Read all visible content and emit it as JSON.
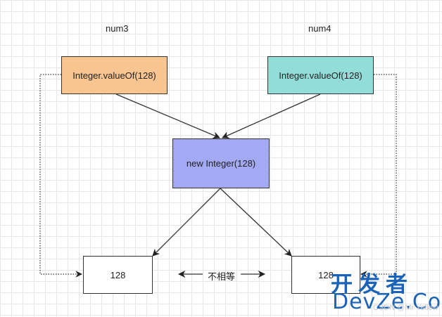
{
  "labels": {
    "left_var": "num3",
    "right_var": "num4"
  },
  "nodes": {
    "left_call": "Integer.valueOf(128)",
    "right_call": "Integer.valueOf(128)",
    "center_new": "new Integer(128)",
    "left_value": "128",
    "right_value": "128"
  },
  "edge_label": "不相等",
  "watermark": {
    "line1": "开发者",
    "line2": "DevZe.CoM",
    "small": "CSDN @Mr Yellow"
  },
  "colors": {
    "left_call_fill": "#f8c490",
    "right_call_fill": "#93ddd9",
    "center_fill": "#a3a9f2",
    "value_fill": "#ffffff",
    "watermark": "#1a63b8"
  }
}
